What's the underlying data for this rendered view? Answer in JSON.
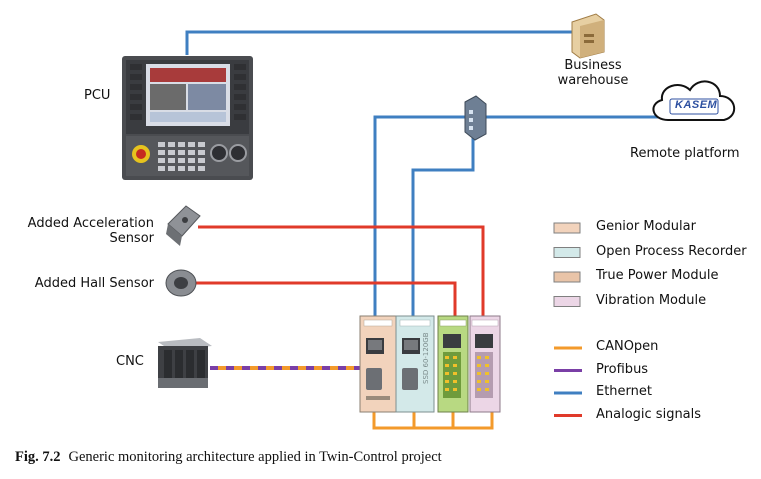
{
  "labels": {
    "pcu": "PCU",
    "business_line1": "Business",
    "business_line2": "warehouse",
    "remote": "Remote platform",
    "kasem": "KASEM",
    "accel_line1": "Added Acceleration",
    "accel_line2": "Sensor",
    "hall": "Added Hall Sensor",
    "cnc": "CNC"
  },
  "legend": {
    "modules": [
      {
        "label": "Genior Modular",
        "color": "#f2d3bc"
      },
      {
        "label": "Open Process Recorder",
        "color": "#d3e9e9"
      },
      {
        "label": "True Power Module",
        "color": "#e9c4a8"
      },
      {
        "label": "Vibration Module",
        "color": "#ecd6e6"
      }
    ],
    "lines": [
      {
        "label": "CANOpen",
        "color": "#f39a2b"
      },
      {
        "label": "Profibus",
        "color": "#7a3fa6"
      },
      {
        "label": "Ethernet",
        "color": "#3f7fc1"
      },
      {
        "label": "Analogic signals",
        "color": "#e03a2a"
      }
    ]
  },
  "device_text": {
    "recorder_vertical": "SSD 60-120GB"
  },
  "caption": {
    "number": "Fig. 7.2",
    "text": "Generic monitoring architecture applied in Twin-Control project"
  }
}
